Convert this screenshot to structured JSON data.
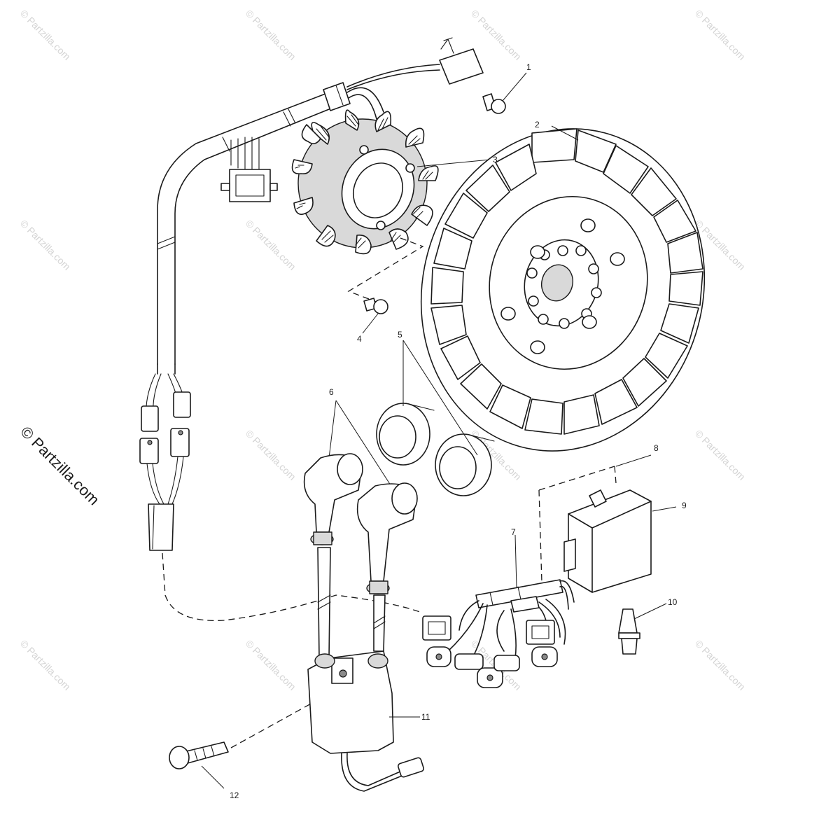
{
  "watermark": {
    "tile_text": "© Partzilla.com",
    "side_text": "© Partzilla.com"
  },
  "callouts": {
    "c1": "1",
    "c2": "2",
    "c3": "3",
    "c4": "4",
    "c5": "5",
    "c6": "6",
    "c7": "7",
    "c8": "8",
    "c9": "9",
    "c10": "10",
    "c11": "11",
    "c12": "12"
  },
  "colors": {
    "ink": "#1a1a1a",
    "watermark": "#d4d4d4",
    "background": "#ffffff"
  }
}
